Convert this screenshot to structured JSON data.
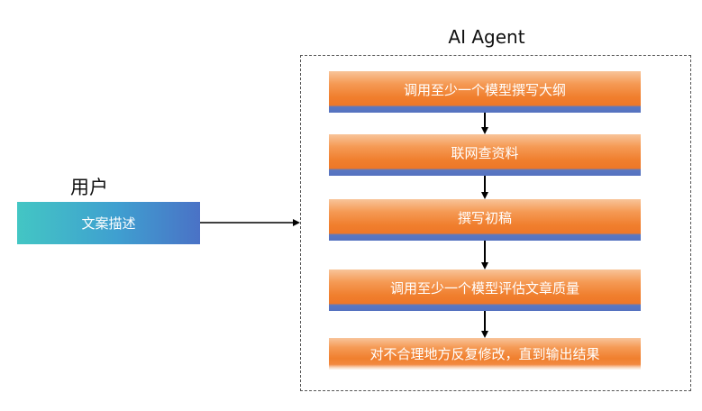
{
  "agent": {
    "title": "AI Agent",
    "steps": [
      "调用至少一个模型撰写大纲",
      "联网查资料",
      "撰写初稿",
      "调用至少一个模型评估文章质量",
      "对不合理地方反复修改，直到输出结果"
    ]
  },
  "user": {
    "title": "用户",
    "box_label": "文案描述"
  },
  "colors": {
    "step_orange": "#f07f2e",
    "step_blue_band": "#5572c0",
    "user_teal": "#43c6c4",
    "user_blue": "#4a72c6"
  }
}
